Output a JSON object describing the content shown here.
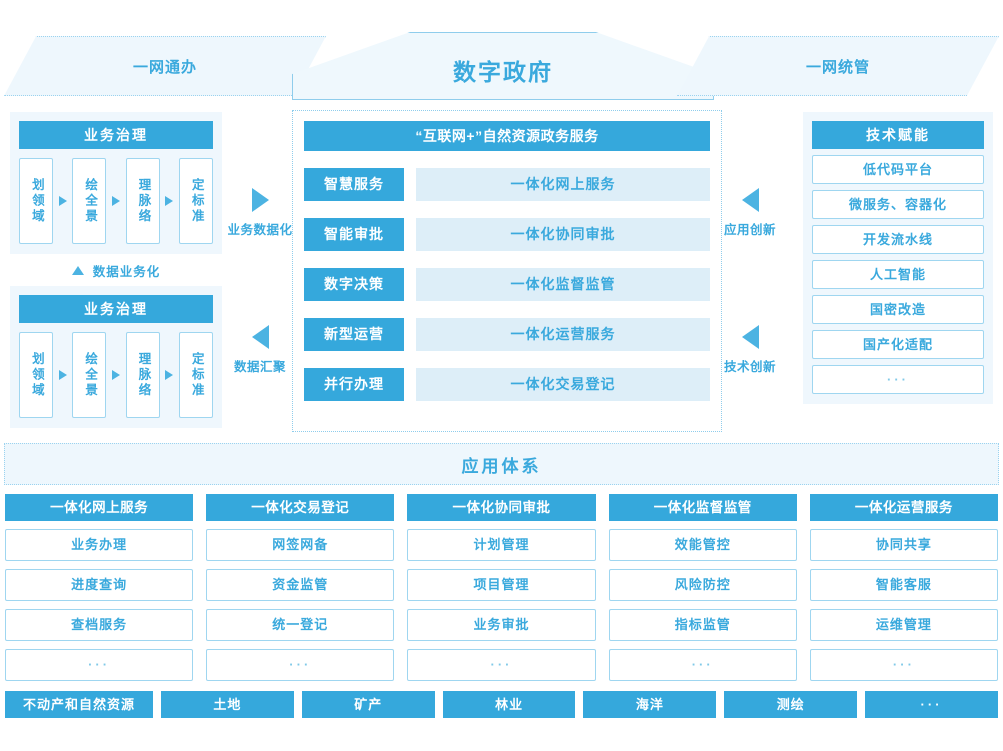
{
  "colors": {
    "primary": "#35a8dc",
    "light_fill": "#ddeef8",
    "panel_bg": "#eff7fd",
    "border": "#9fd6f0",
    "text": "#3aa9dd"
  },
  "banners": {
    "left": "一网通办",
    "center": "数字政府",
    "right": "一网统管"
  },
  "left_column": {
    "blocks": [
      {
        "title": "业务治理",
        "steps": [
          "划领域",
          "绘全景",
          "理脉络",
          "定标准"
        ]
      },
      {
        "title": "业务治理",
        "steps": [
          "划领域",
          "绘全景",
          "理脉络",
          "定标准"
        ]
      }
    ],
    "between_label": "数据业务化",
    "between_arrow": "triangle-up-icon"
  },
  "left_arrows": [
    {
      "label": "业务数据化",
      "direction": "right"
    },
    {
      "label": "数据汇聚",
      "direction": "left"
    }
  ],
  "right_arrows": [
    {
      "label": "应用创新",
      "direction": "left"
    },
    {
      "label": "技术创新",
      "direction": "left"
    }
  ],
  "center_panel": {
    "title": "“互联网+”自然资源政务服务",
    "rows": [
      {
        "key": "智慧服务",
        "value": "一体化网上服务"
      },
      {
        "key": "智能审批",
        "value": "一体化协同审批"
      },
      {
        "key": "数字决策",
        "value": "一体化监督监管"
      },
      {
        "key": "新型运营",
        "value": "一体化运营服务"
      },
      {
        "key": "并行办理",
        "value": "一体化交易登记"
      }
    ]
  },
  "right_column": {
    "title": "技术赋能",
    "items": [
      "低代码平台",
      "微服务、容器化",
      "开发流水线",
      "人工智能",
      "国密改造",
      "国产化适配",
      "···"
    ]
  },
  "app_system": {
    "banner": "应用体系",
    "columns": [
      {
        "header": "一体化网上服务",
        "cells": [
          "业务办理",
          "进度查询",
          "查档服务",
          "···"
        ]
      },
      {
        "header": "一体化交易登记",
        "cells": [
          "网签网备",
          "资金监管",
          "统一登记",
          "···"
        ]
      },
      {
        "header": "一体化协同审批",
        "cells": [
          "计划管理",
          "项目管理",
          "业务审批",
          "···"
        ]
      },
      {
        "header": "一体化监督监管",
        "cells": [
          "效能管控",
          "风险防控",
          "指标监管",
          "···"
        ]
      },
      {
        "header": "一体化运营服务",
        "cells": [
          "协同共享",
          "智能客服",
          "运维管理",
          "···"
        ]
      }
    ],
    "domains": [
      "不动产和自然资源",
      "土地",
      "矿产",
      "林业",
      "海洋",
      "测绘",
      "···"
    ]
  }
}
